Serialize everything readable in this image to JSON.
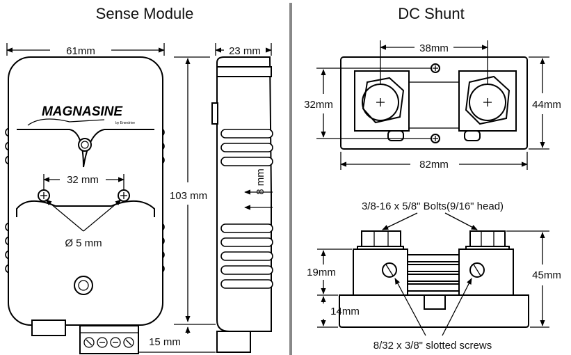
{
  "titles": {
    "sense_module": "Sense Module",
    "dc_shunt": "DC Shunt"
  },
  "sense_module": {
    "logo_text": "MAGNASINE",
    "logo_subtext": "by Enerdrive",
    "dims": {
      "width": "61mm",
      "depth": "23 mm",
      "hole_spacing": "32 mm",
      "hole_offset": "8 mm",
      "height": "103 mm",
      "hole_diameter": "Ø 5 mm",
      "terminal": "15 mm"
    }
  },
  "dc_shunt": {
    "dims": {
      "bolt_spacing": "38mm",
      "height_inner": "32mm",
      "height_outer": "44mm",
      "length": "82mm",
      "bolts": "3/8-16 x 5/8\" Bolts(9/16\" head)",
      "upper_height": "19mm",
      "lower_height": "14mm",
      "total_height": "45mm",
      "screws": "8/32 x 3/8\" slotted screws"
    }
  },
  "colors": {
    "line": "#000000",
    "divider": "#888888",
    "background": "#ffffff"
  }
}
